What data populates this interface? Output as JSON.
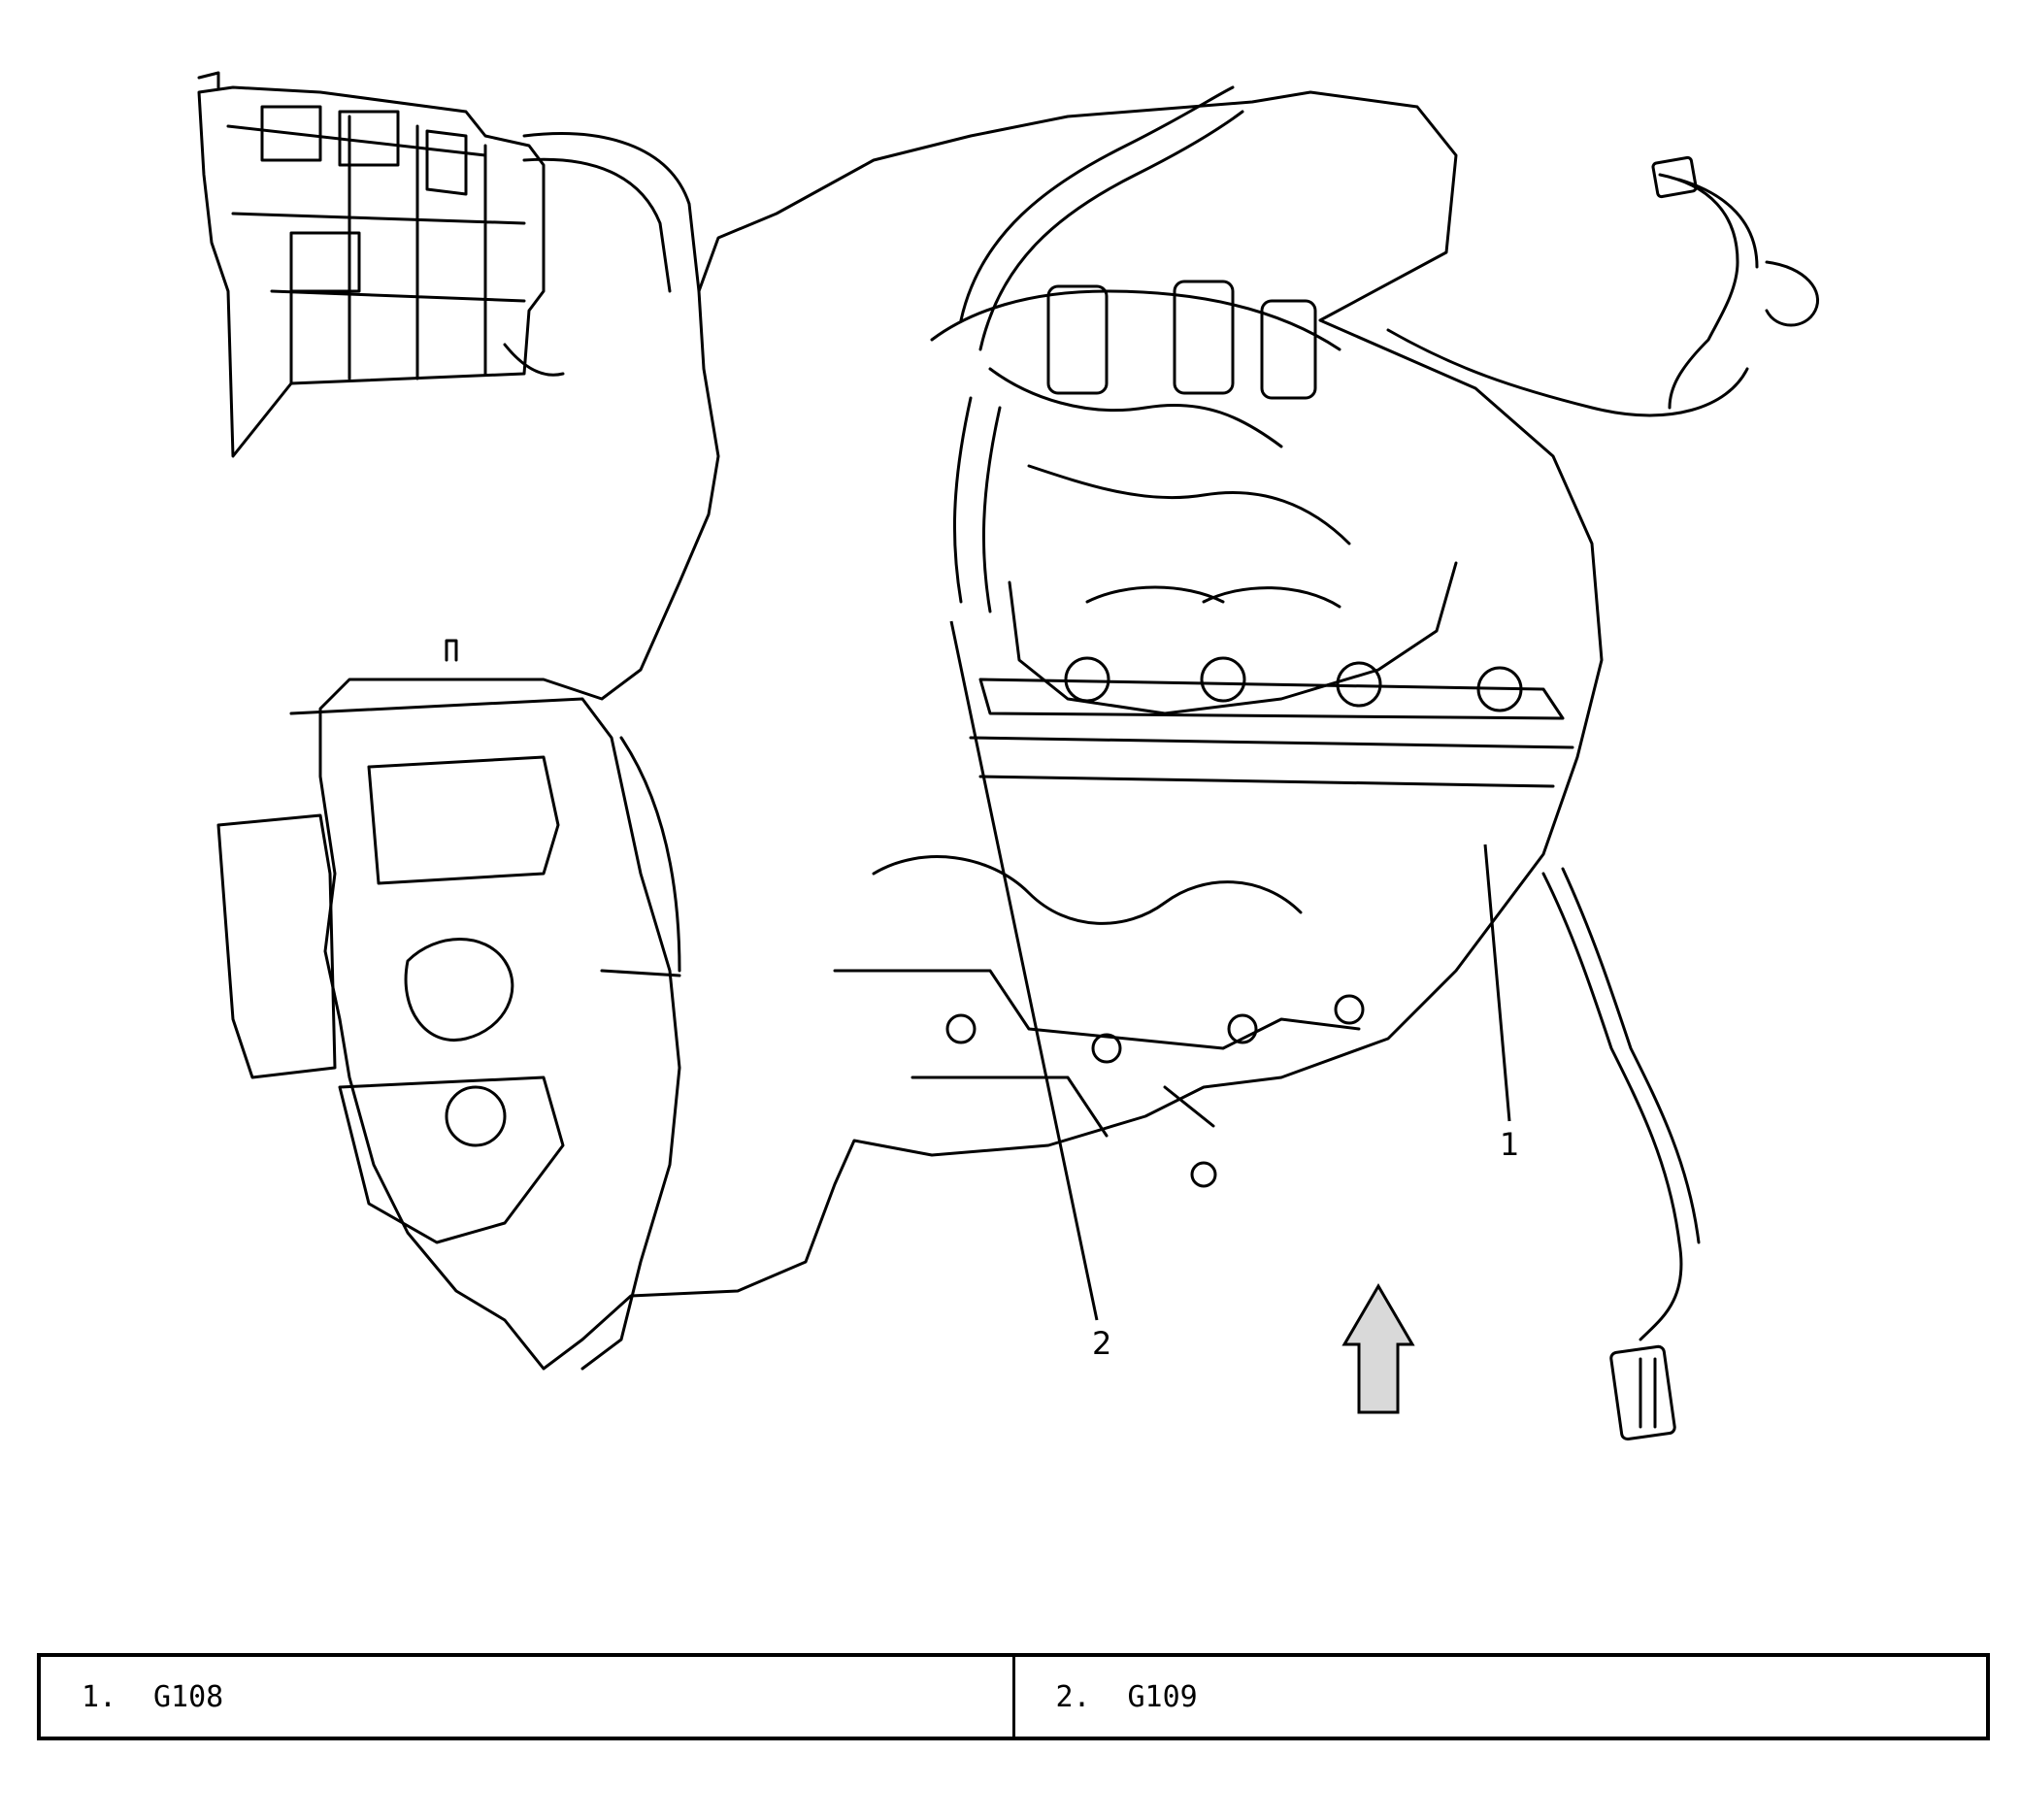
{
  "callouts": [
    {
      "num": "1",
      "ground": "G108"
    },
    {
      "num": "2",
      "ground": "G109"
    }
  ],
  "legend": [
    {
      "number": "1.",
      "label": "G108"
    },
    {
      "number": "2.",
      "label": "G109"
    }
  ],
  "arrow": {
    "direction": "up",
    "meaning": "front-of-vehicle-indicator"
  },
  "colors": {
    "line": "#000000",
    "background": "#ffffff",
    "arrow_fill": "#d9d9d9"
  }
}
